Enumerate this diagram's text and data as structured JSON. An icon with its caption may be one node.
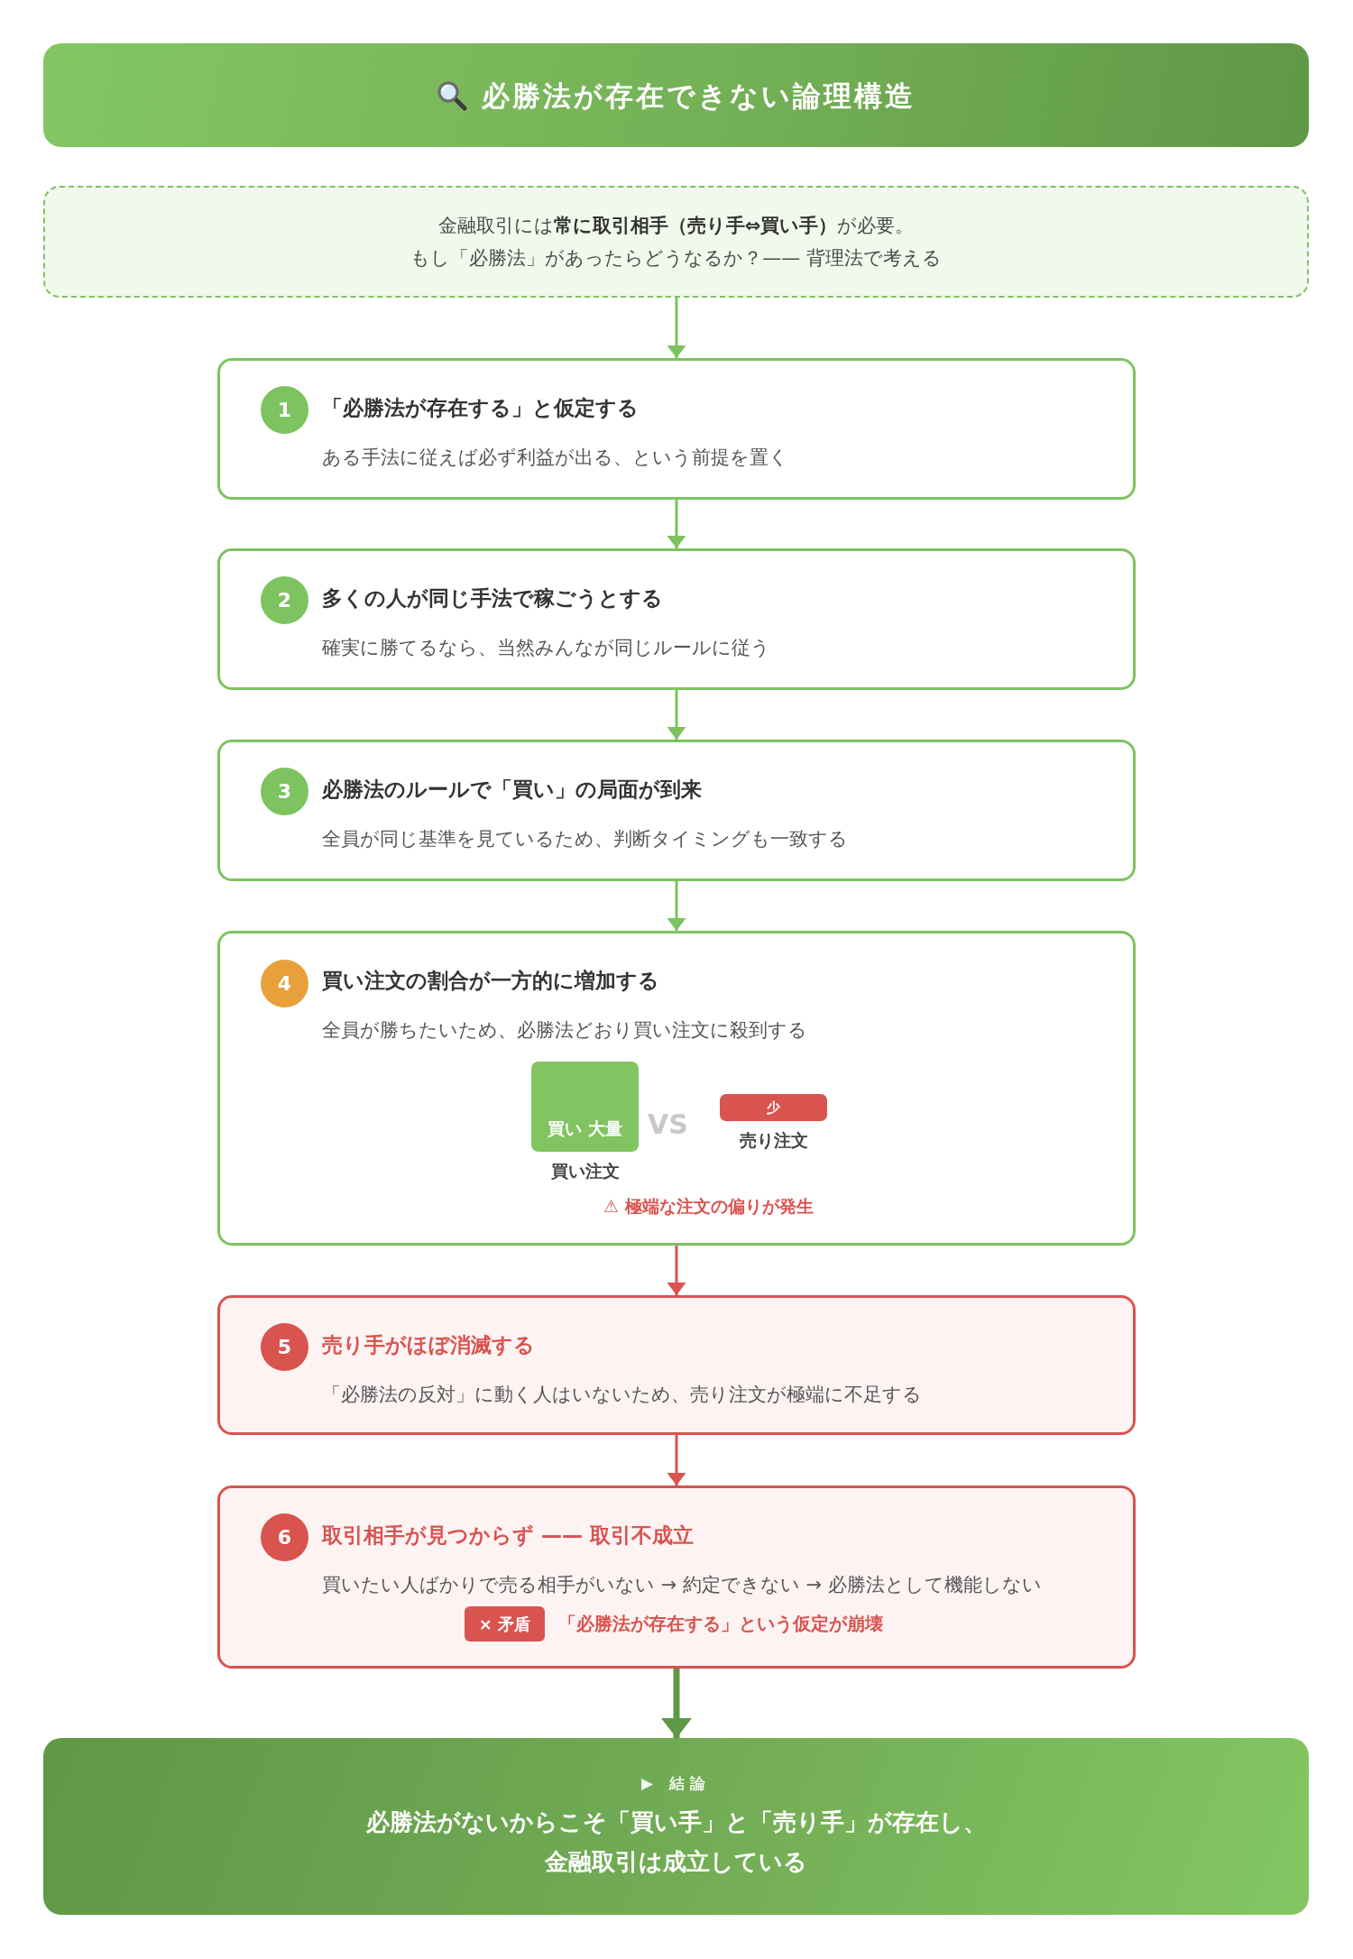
{
  "diagram": {
    "title": "必勝法が存在できない論理構造",
    "nodes": [
      {
        "text": [
          "金融取引には**常に取引相手（売り手⇔買い手）**が必要。",
          "もし「必勝法」があったらどうなるか？—— 背理法で考える"
        ]
      },
      {
        "text": [
          "「必勝法が存在する」と仮定する",
          "ある手法に従えば必ず利益が出る、という前提を置く"
        ]
      },
      {
        "text": [
          "1"
        ],
        "in": 1
      },
      {
        "text": [
          "多くの人が同じ手法で稼ごうとする",
          "確実に勝てるなら、当然みんなが同じルールに従う"
        ]
      },
      {
        "text": [
          "2"
        ],
        "in": 3
      },
      {
        "text": [
          "必勝法のルールで「買い」の局面が到来",
          "全員が同じ基準を見ているため、判断タイミングも一致する"
        ]
      },
      {
        "text": [
          "3"
        ],
        "in": 5
      },
      {
        "text": [
          "買い注文の割合が一方的に増加する",
          "全員が勝ちたいため、必勝法どおり買い注文に殺到する",
          "VS",
          "⚠ 極端な注文の偏りが発生"
        ]
      },
      {
        "text": [
          "4"
        ],
        "in": 7
      },
      {
        "text": [
          "買い 大量"
        ],
        "beside": [
          "買い注文"
        ],
        "in": 7
      },
      {
        "text": [
          "少"
        ],
        "beside": [
          "売り注文"
        ],
        "in": 7
      },
      {
        "text": [
          "売り手がほぼ消滅する",
          "「必勝法の反対」に動く人はいないため、売り注文が極端に不足する"
        ]
      },
      {
        "text": [
          "5"
        ],
        "in": 11
      },
      {
        "text": [
          "取引相手が見つからず —— 取引不成立",
          "買いたい人ばかりで売る相手がいない → 約定できない → 必勝法として機能しない",
          "「必勝法が存在する」という仮定が崩壊"
        ]
      },
      {
        "text": [
          "6"
        ],
        "in": 13
      },
      {
        "text": [
          "× 矛盾"
        ],
        "in": 13
      },
      {
        "text": [
          "▶ 結論",
          "必勝法がないからこそ「買い手」と「売り手」が存在し、金融取引は成立している"
        ]
      }
    ],
    "edges": [
      {
        "from": 0,
        "to": 1,
        "arrow": "to"
      },
      {
        "from": 1,
        "to": 3,
        "arrow": "to"
      },
      {
        "from": 3,
        "to": 5,
        "arrow": "to"
      },
      {
        "from": 5,
        "to": 7,
        "arrow": "to"
      },
      {
        "from": 7,
        "to": 11,
        "arrow": "to",
        "color": "#d9534f"
      },
      {
        "from": 11,
        "to": 13,
        "arrow": "to",
        "color": "#d9534f"
      },
      {
        "from": 13,
        "to": 16,
        "arrow": "to",
        "style": "thick",
        "color": "#5f9846"
      }
    ]
  }
}
